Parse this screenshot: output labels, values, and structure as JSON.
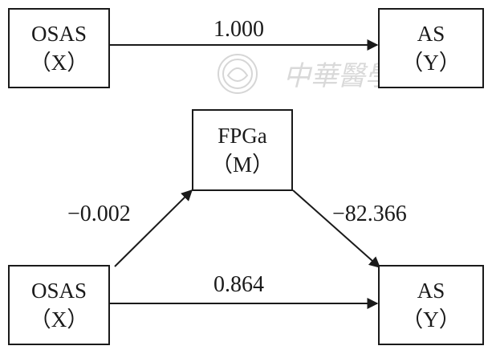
{
  "top": {
    "x_box": {
      "name": "OSAS",
      "symbol": "（X）"
    },
    "y_box": {
      "name": "AS",
      "symbol": "（Y）"
    },
    "x_to_y": "1.000"
  },
  "bottom": {
    "x_box": {
      "name": "OSAS",
      "symbol": "（X）"
    },
    "m_box": {
      "name": "FPGa",
      "symbol": "（M）"
    },
    "y_box": {
      "name": "AS",
      "symbol": "（Y）"
    },
    "x_to_m": "−0.002",
    "m_to_y": "−82.366",
    "x_to_y": "0.864"
  },
  "watermark": {
    "text": "中華醫學會"
  },
  "colors": {
    "ink": "#1a1a1a",
    "watermark": "#d9d9d9"
  }
}
